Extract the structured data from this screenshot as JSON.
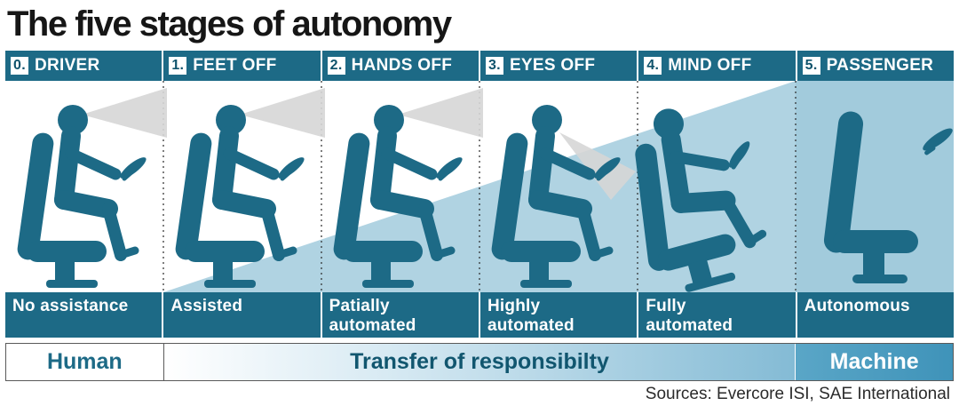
{
  "title": "The five stages of autonomy",
  "source": "Sources: Evercore ISI, SAE International",
  "colors": {
    "teal": "#1d6a86",
    "light_blue_wedge": "#b0d3e2",
    "passenger_fill": "#a2cbdc",
    "machine_blue": "#4a9cc1",
    "beam_gray": "#d6d6d6"
  },
  "stages": [
    {
      "num": "0.",
      "name": "DRIVER",
      "label": "No assistance"
    },
    {
      "num": "1.",
      "name": "FEET OFF",
      "label": "Assisted"
    },
    {
      "num": "2.",
      "name": "HANDS OFF",
      "label": "Patially\nautomated"
    },
    {
      "num": "3.",
      "name": "EYES OFF",
      "label": "Highly\nautomated"
    },
    {
      "num": "4.",
      "name": "MIND OFF",
      "label": "Fully\nautomated"
    },
    {
      "num": "5.",
      "name": "PASSENGER",
      "label": "Autonomous"
    }
  ],
  "footer": {
    "human": "Human",
    "transfer": "Transfer of responsibilty",
    "machine": "Machine"
  }
}
